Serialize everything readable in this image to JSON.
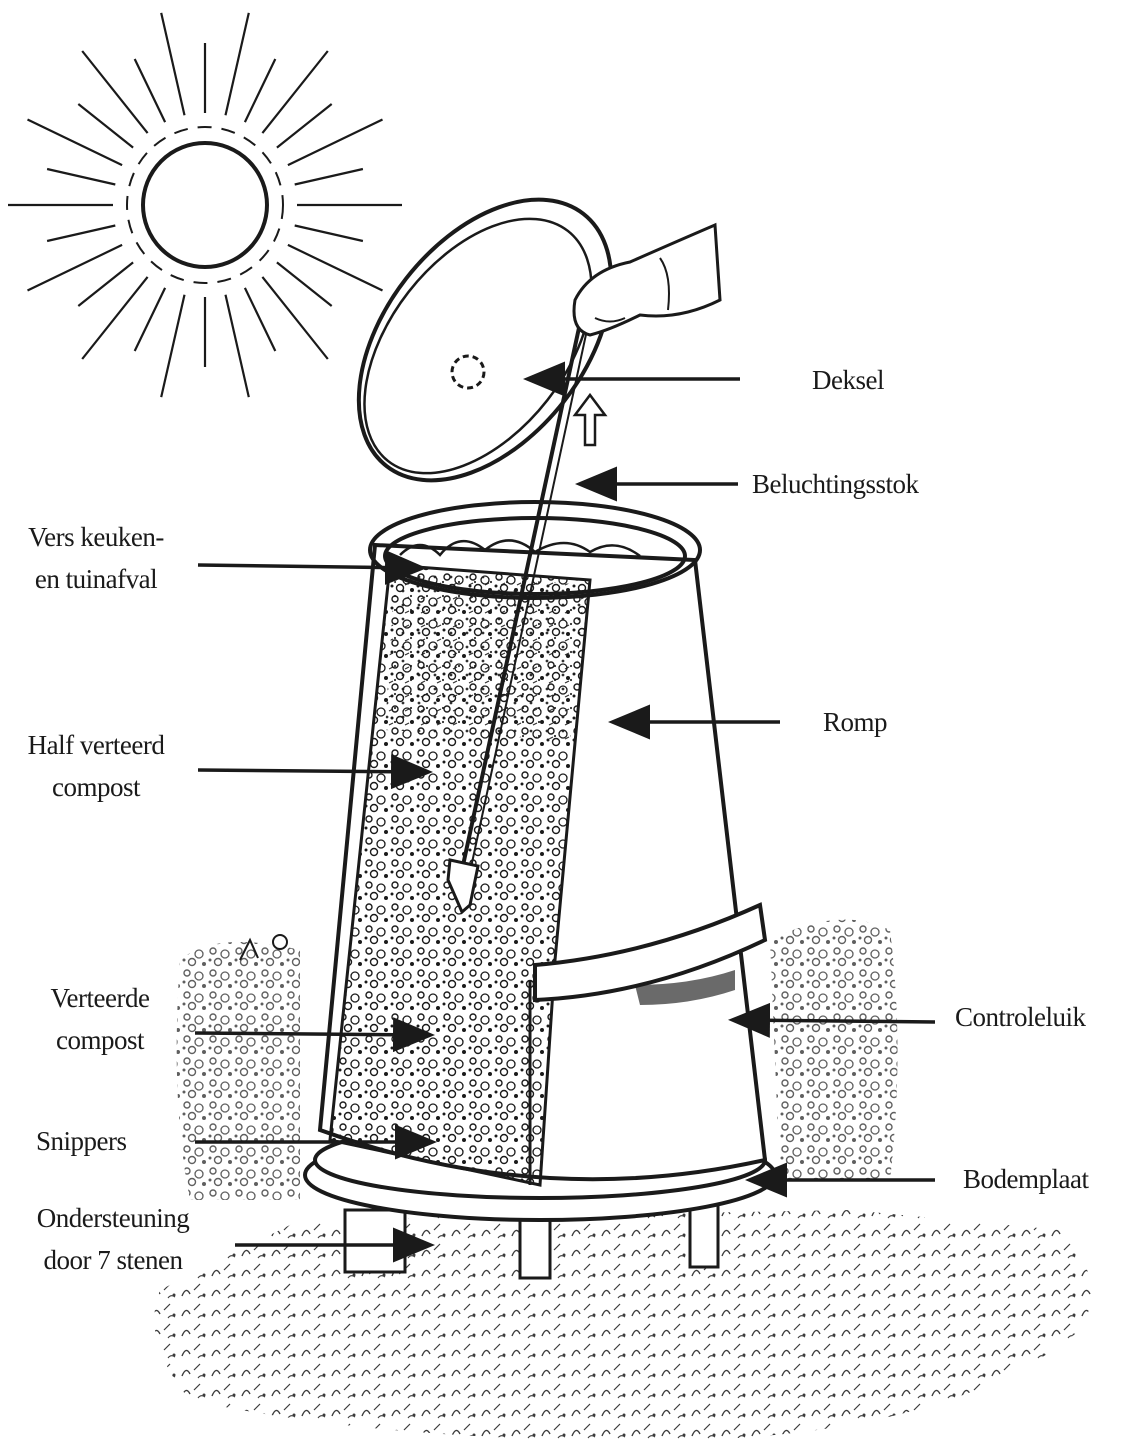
{
  "labels": {
    "deksel": "Deksel",
    "beluchtingsstok": "Beluchtingsstok",
    "vers": [
      "Vers keuken-",
      "en tuinafval"
    ],
    "romp": "Romp",
    "half": [
      "Half verteerd",
      "compost"
    ],
    "verteerde": [
      "Verteerde",
      "compost"
    ],
    "controleluik": "Controleluik",
    "snippers": "Snippers",
    "bodemplaat": "Bodemplaat",
    "ondersteuning": [
      "Ondersteuning",
      "door 7 stenen"
    ]
  },
  "colors": {
    "ink": "#1a1a1a",
    "paper": "#ffffff"
  }
}
